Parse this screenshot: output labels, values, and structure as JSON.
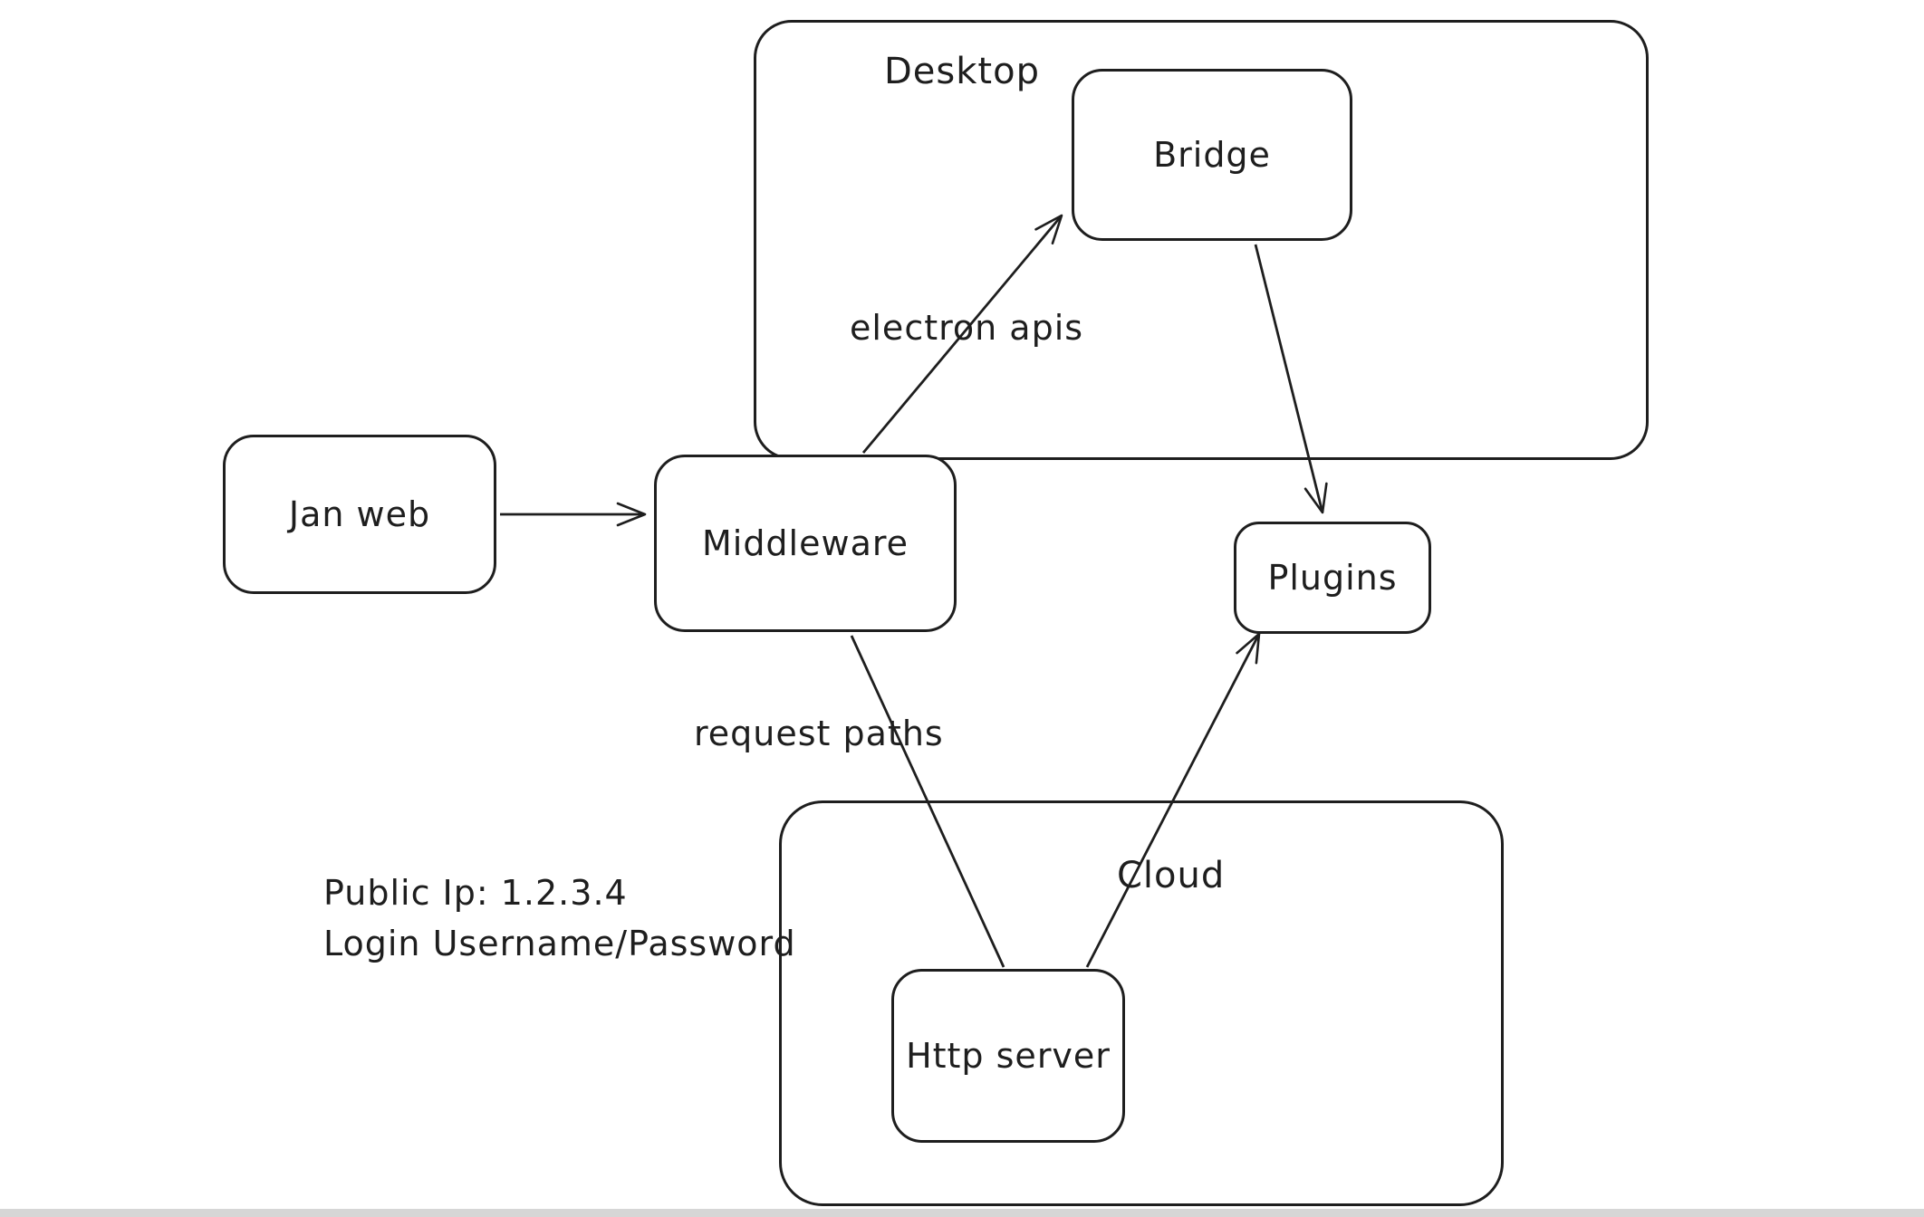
{
  "canvas": {
    "background": "#ffffff",
    "stroke": "#1e1e1e"
  },
  "containers": {
    "desktop": {
      "label": "Desktop"
    },
    "cloud": {
      "label": "Cloud"
    }
  },
  "nodes": {
    "jan_web": {
      "label": "Jan web"
    },
    "bridge": {
      "label": "Bridge"
    },
    "middleware": {
      "label": "Middleware"
    },
    "plugins": {
      "label": "Plugins"
    },
    "http_server": {
      "label": "Http server"
    }
  },
  "edges": {
    "jan_web_to_middleware": {
      "from": "Jan web",
      "to": "Middleware",
      "label": ""
    },
    "middleware_to_bridge": {
      "from": "Middleware",
      "to": "Bridge",
      "label": "electron apis"
    },
    "bridge_to_plugins": {
      "from": "Bridge",
      "to": "Plugins",
      "label": ""
    },
    "middleware_to_http_server": {
      "from": "Middleware",
      "to": "Http server",
      "label": "request paths"
    },
    "http_server_to_plugins": {
      "from": "Http server",
      "to": "Plugins",
      "label": ""
    }
  },
  "annotations": {
    "public_ip": "Public Ip: 1.2.3.4",
    "login": "Login Username/Password"
  }
}
